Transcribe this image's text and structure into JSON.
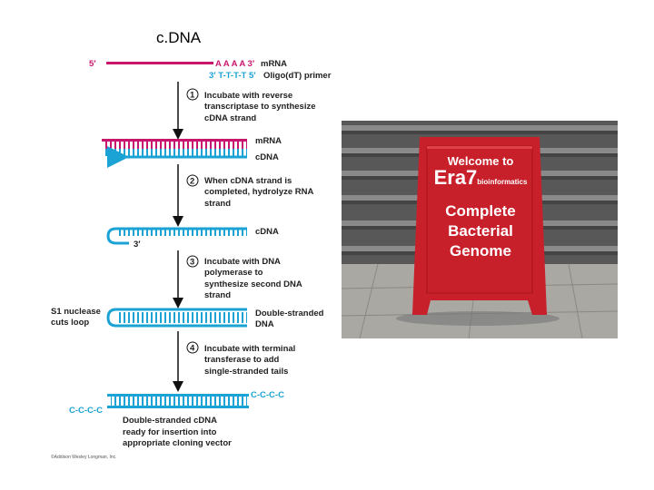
{
  "page": {
    "title": "c.DNA"
  },
  "diagram": {
    "five_prime": "5′",
    "poly_a": "A A A A 3′",
    "mrna_top": "mRNA",
    "oligo_seq": "3′ T-T-T-T 5′",
    "oligo_label": "Oligo(dT) primer",
    "step1_num": "1",
    "step1": [
      "Incubate with reverse",
      "transcriptase to synthesize",
      "cDNA strand"
    ],
    "label_mrna": "mRNA",
    "label_cdna": "cDNA",
    "step2_num": "2",
    "step2": [
      "When cDNA strand is",
      "completed, hydrolyze RNA",
      "strand"
    ],
    "label_cdna2": "cDNA",
    "three_prime": "3′",
    "step3_num": "3",
    "step3": [
      "Incubate with DNA",
      "polymerase to",
      "synthesize second DNA",
      "strand"
    ],
    "s1_label": [
      "S1 nuclease",
      "cuts loop"
    ],
    "ds_label": [
      "Double-stranded",
      "DNA"
    ],
    "step4_num": "4",
    "step4": [
      "Incubate with terminal",
      "transferase to add",
      "single-stranded tails"
    ],
    "tail_right": "C-C-C-C",
    "tail_left": "C-C-C-C",
    "final": [
      "Double-stranded cDNA",
      "ready for insertion into",
      "appropriate cloning vector"
    ],
    "copyright": "©Addison Wesley Longman, Inc."
  },
  "photo": {
    "sign_line1": "Welcome to",
    "sign_brand": "Era7",
    "sign_brand_sub": "bioinformatics",
    "sign_lines": [
      "Complete",
      "Bacterial",
      "Genome"
    ],
    "sign_color": "#c8202a"
  },
  "colors": {
    "mrna": "#c8166e",
    "cdna": "#1aa3d4"
  }
}
